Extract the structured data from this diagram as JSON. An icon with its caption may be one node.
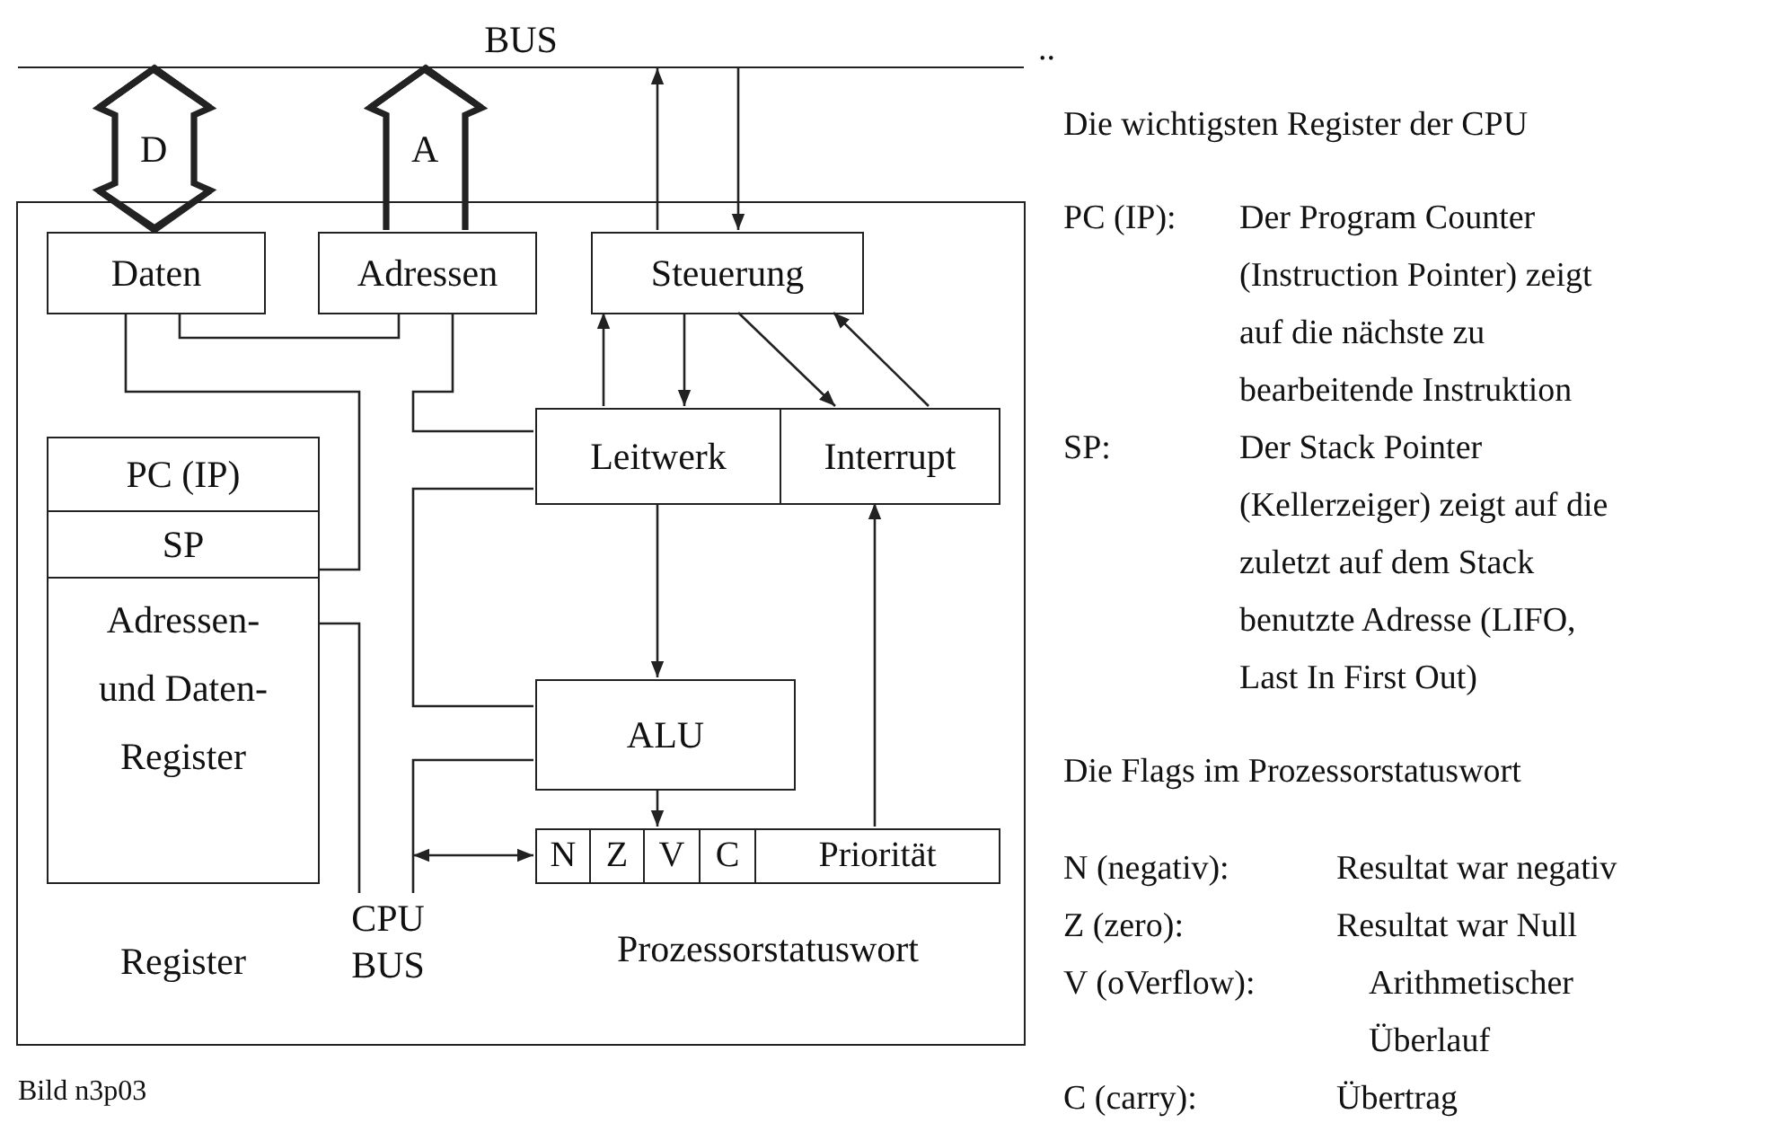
{
  "diagram": {
    "caption": "Bild n3p03",
    "nodes": [
      {
        "text": [
          "BUS"
        ]
      },
      {
        "text": [],
        "shape": "box"
      },
      {
        "text": [
          "Daten"
        ],
        "in": 1
      },
      {
        "text": [
          "Adressen"
        ],
        "in": 1
      },
      {
        "text": [
          "Steuerung"
        ],
        "in": 1
      },
      {
        "text": [
          "Register"
        ],
        "in": 1
      },
      {
        "text": [
          "PC (IP)"
        ],
        "in": 5
      },
      {
        "text": [
          "SP"
        ],
        "in": 5
      },
      {
        "text": [
          "Adressen- und Daten- Register"
        ],
        "in": 5
      },
      {
        "text": [
          "Leitwerk"
        ],
        "in": 1
      },
      {
        "text": [
          "Interrupt"
        ],
        "in": 1
      },
      {
        "text": [
          "ALU"
        ],
        "in": 1
      },
      {
        "text": [
          "Prozessorstatuswort"
        ],
        "in": 1
      },
      {
        "text": [
          "N"
        ],
        "in": 12
      },
      {
        "text": [
          "Z"
        ],
        "in": 12
      },
      {
        "text": [
          "V"
        ],
        "in": 12
      },
      {
        "text": [
          "C"
        ],
        "in": 12
      },
      {
        "text": [
          "Priorität"
        ],
        "in": 12
      },
      {
        "text": [
          "CPU BUS"
        ],
        "in": 1
      }
    ],
    "edges": [
      {
        "from": 2,
        "to": 0,
        "arrow": "both",
        "label": "D",
        "style": "thick"
      },
      {
        "from": 3,
        "to": 0,
        "arrow": "to",
        "label": "A",
        "style": "thick"
      },
      {
        "from": 4,
        "to": 0,
        "arrow": "to"
      },
      {
        "from": 0,
        "to": 4,
        "arrow": "to"
      },
      {
        "from": 9,
        "to": 4,
        "arrow": "to"
      },
      {
        "from": 4,
        "to": 9,
        "arrow": "to"
      },
      {
        "from": 4,
        "to": 10,
        "arrow": "to"
      },
      {
        "from": 10,
        "to": 4,
        "arrow": "to"
      },
      {
        "from": 9,
        "to": 11,
        "arrow": "to"
      },
      {
        "from": 11,
        "to": 15,
        "arrow": "to"
      },
      {
        "from": 17,
        "to": 10,
        "arrow": "to"
      },
      {
        "from": 2,
        "to": 5,
        "arrow": "none"
      },
      {
        "from": 2,
        "to": 3,
        "arrow": "none"
      },
      {
        "from": 3,
        "to": 9,
        "arrow": "none"
      },
      {
        "from": 5,
        "to": 18,
        "arrow": "none"
      },
      {
        "from": 9,
        "to": 11,
        "arrow": "none"
      },
      {
        "from": 11,
        "to": 18,
        "arrow": "none"
      },
      {
        "from": 18,
        "to": 13,
        "arrow": "both"
      }
    ],
    "labels": [
      "..",
      "Die wichtigsten Register der CPU",
      "PC (IP):",
      "Der Program Counter (Instruction Pointer) zeigt auf die nächste zu bearbeitende Instruktion",
      "SP:",
      "Der Stack Pointer (Kellerzeiger) zeigt auf die zuletzt auf dem Stack benutzte Adresse (LIFO, Last In First Out)",
      "Die Flags im Prozessorstatuswort",
      "N (negativ):",
      "Resultat war negativ",
      "Z (zero):",
      "Resultat war Null",
      "V (oVerflow):",
      "Arithmetischer Überlauf",
      "C (carry):",
      "Übertrag"
    ]
  }
}
